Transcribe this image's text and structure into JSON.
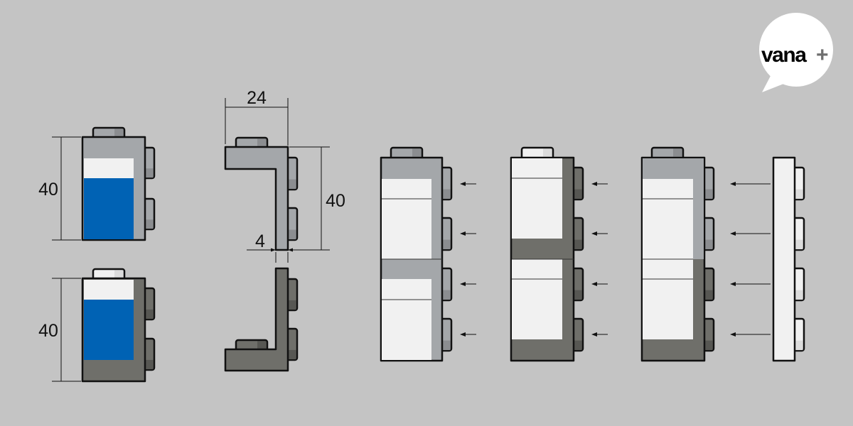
{
  "logo": {
    "text": "vana",
    "plus": "+"
  },
  "dimensions": {
    "block_height_top": "40",
    "block_height_bottom": "40",
    "profile_width": "24",
    "profile_height": "40",
    "wall_thickness": "4"
  },
  "colors": {
    "background": "#c4c4c4",
    "light_gray": "#a4a7aa",
    "light_gray_shade": "#8b8d90",
    "dark_gray": "#6f6f6a",
    "dark_gray_shade": "#575753",
    "white": "#f1f1f1",
    "white_shade": "#dcdcdc",
    "blue": "#0062b4"
  }
}
